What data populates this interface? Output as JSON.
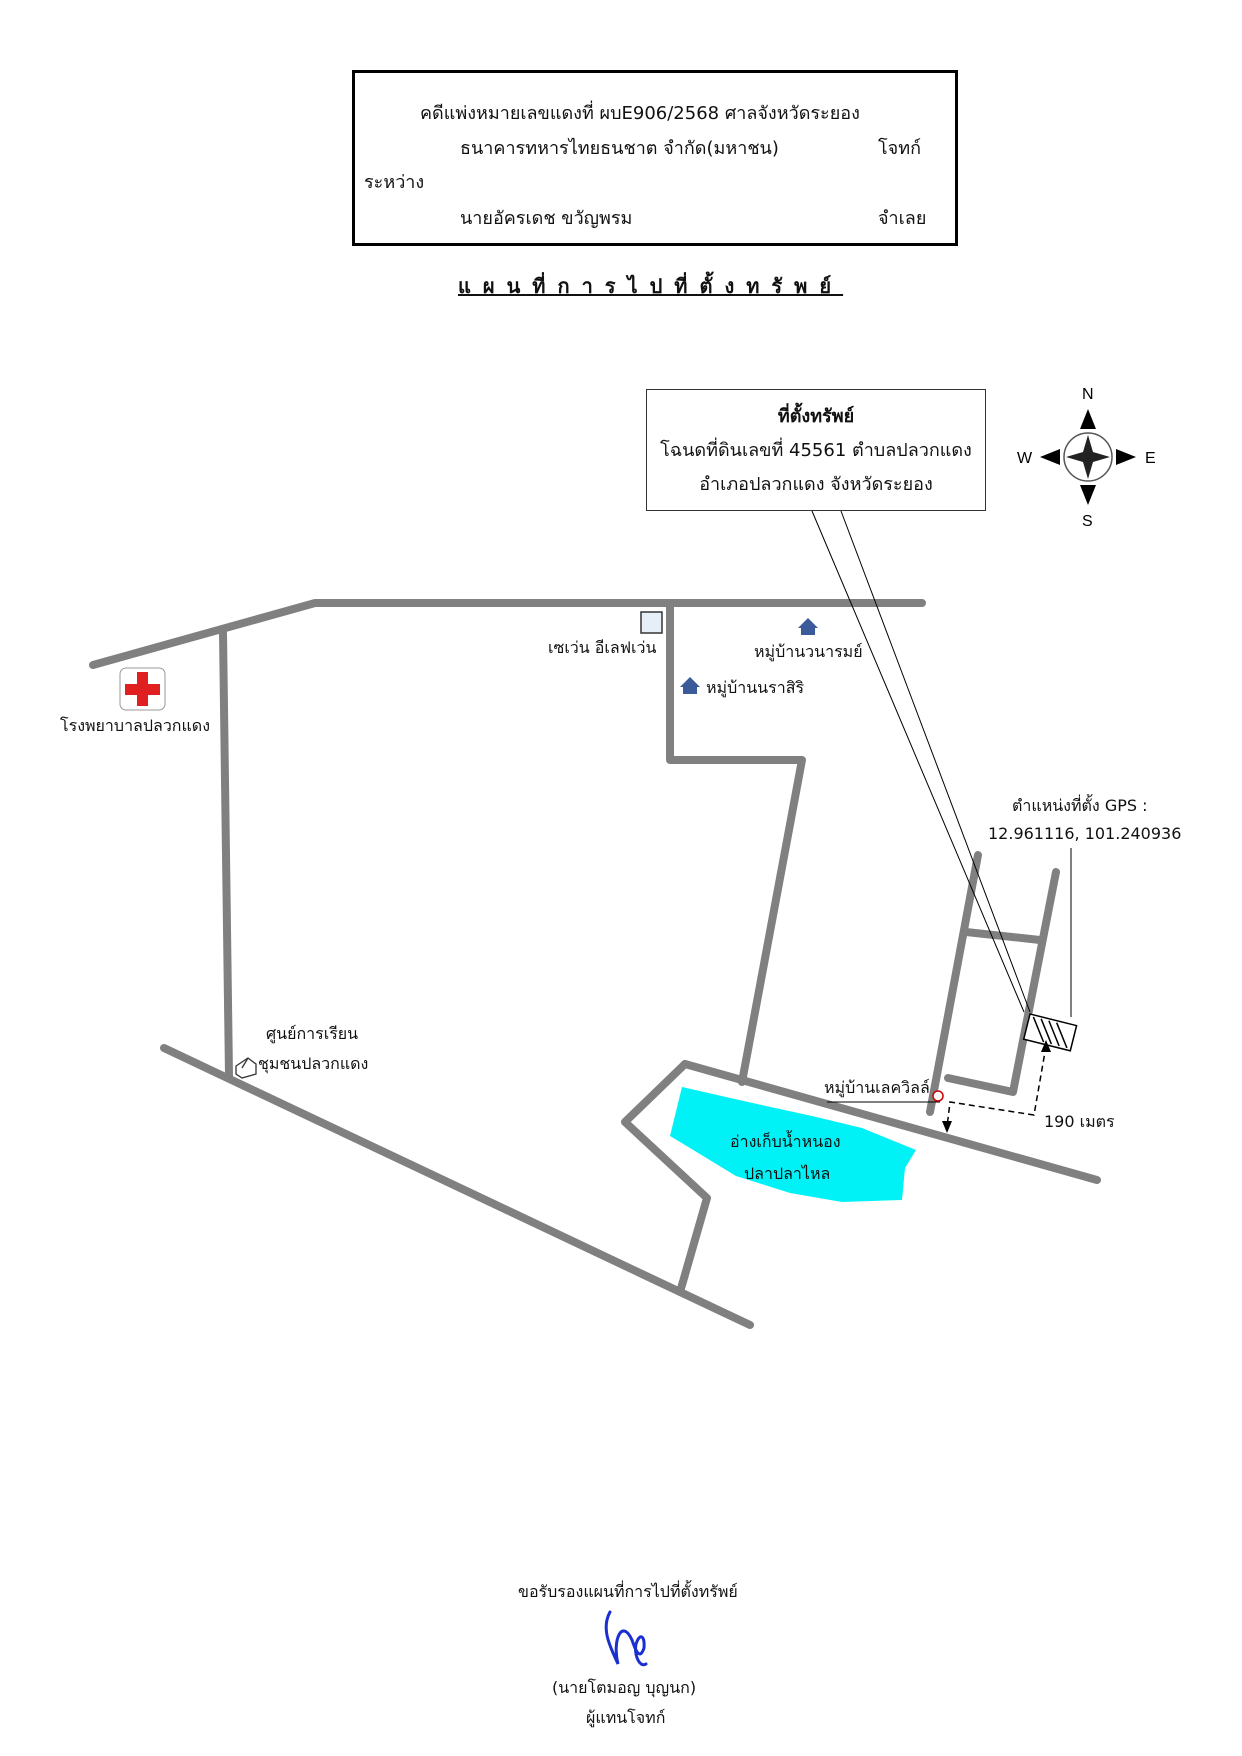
{
  "case_header": {
    "line1": "คดีแพ่งหมายเลขแดงที่  ผบE906/2568   ศาลจังหวัดระยอง",
    "plaintiff": "ธนาคารทหารไทยธนชาต จำกัด(มหาชน)",
    "plaintiff_role": "โจทก์",
    "between": "ระหว่าง",
    "defendant": "นายอัครเดช  ขวัญพรม",
    "defendant_role": "จำเลย"
  },
  "map_title": "แผนที่การไปที่ตั้งทรัพย์",
  "site_box": {
    "title": "ที่ตั้งทรัพย์",
    "line1": "โฉนดที่ดินเลขที่ 45561 ตำบลปลวกแดง",
    "line2": "อำเภอปลวกแดง  จังหวัดระยอง"
  },
  "compass": {
    "n": "N",
    "s": "S",
    "e": "E",
    "w": "W"
  },
  "landmarks": {
    "seven_eleven": "เซเว่น อีเลฟเว่น",
    "village_wanarom": "หมู่บ้านวนารมย์",
    "village_narasiri": "หมู่บ้านนราสิริ",
    "hospital": "โรงพยาบาลปลวกแดง",
    "learning_center_1": "ศูนย์การเรียน",
    "learning_center_2": "ชุมชนปลวกแดง",
    "village_lakeville": "หมู่บ้านเลควิลล์",
    "reservoir_1": "อ่างเก็บน้ำหนอง",
    "reservoir_2": "ปลาปลาไหล"
  },
  "gps": {
    "label": "ตำแหน่งที่ตั้ง GPS :",
    "coords": "12.961116, 101.240936"
  },
  "distance": "190 เมตร",
  "colors": {
    "road": "#808080",
    "water": "#00f2f7",
    "hospital_cross": "#e02020",
    "house_icon": "#3a5a9a",
    "signature": "#1a2fd0"
  },
  "footer": {
    "certify": "ขอรับรองแผนที่การไปที่ตั้งทรัพย์",
    "name": "(นายโตมอญ    บุญนก)",
    "role": "ผู้แทนโจทก์"
  }
}
